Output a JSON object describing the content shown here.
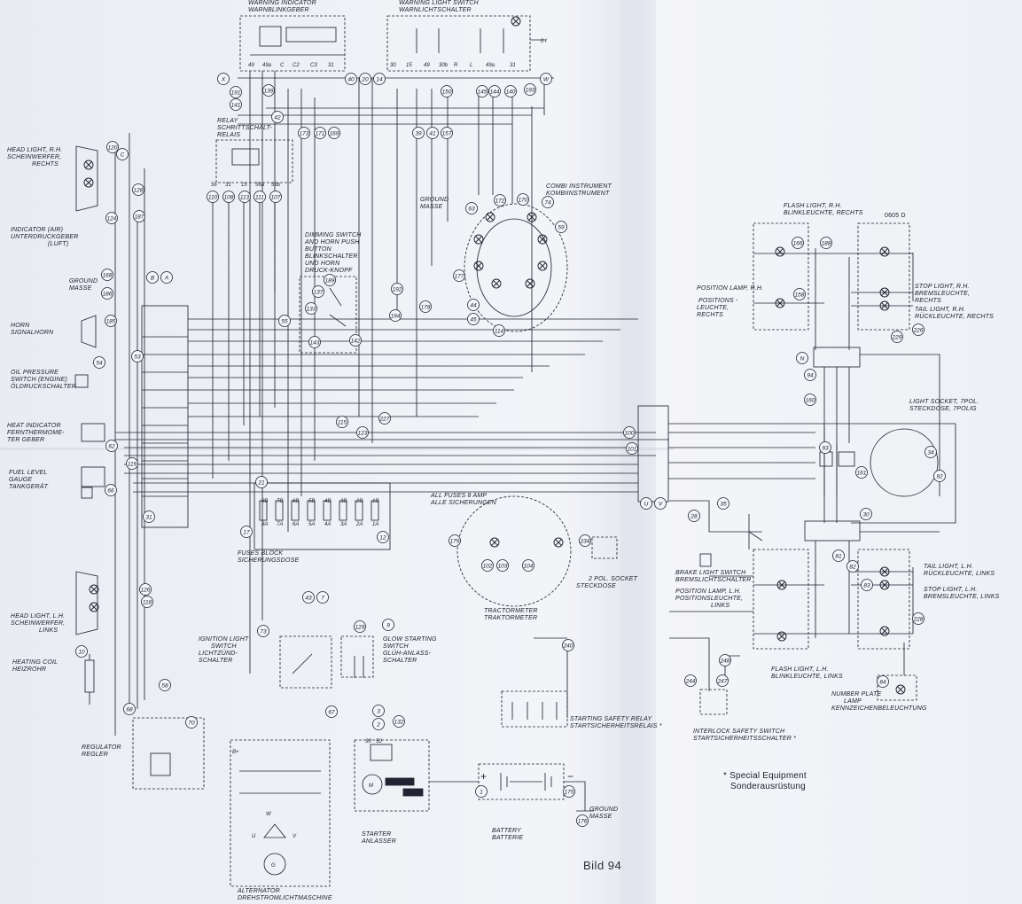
{
  "labels": {
    "warning_indicator": [
      "WARNING INDICATOR",
      "WARNBLINKGEBER"
    ],
    "warning_switch": [
      "WARNING LIGHT SWITCH",
      "WARNLICHTSCHALTER"
    ],
    "relay": [
      "RELAY",
      "SCHRITTSCHALT-",
      "RELAIS"
    ],
    "headlight_rh": [
      "HEAD LIGHT, R.H.",
      "SCHEINWERFER,",
      "RECHTS"
    ],
    "indicator_air": [
      "INDICATOR (AIR)",
      "UNTERDRUCKGEBER",
      "(LUFT)"
    ],
    "ground_left": [
      "GROUND",
      "MASSE"
    ],
    "horn": [
      "HORN",
      "SIGNALHORN"
    ],
    "oil_pressure": [
      "OIL PRESSURE",
      "SWITCH (ENGINE)",
      "ÖLDRUCKSCHALTER"
    ],
    "heat_indicator": [
      "HEAT INDICATOR",
      "FERNTHERMOME-",
      "TER GEBER"
    ],
    "fuel_level": [
      "FUEL LEVEL",
      "GAUGE",
      "TANKGERÄT"
    ],
    "dimming_switch": [
      "DIMMING SWITCH",
      "AND HORN PUSH",
      "BUTTON",
      "BLINKSCHALTER",
      "UND HORN",
      "DRUCK-KNOPF"
    ],
    "ground_mid": [
      "GROUND",
      "MASSE"
    ],
    "combi": [
      "COMBI INSTRUMENT",
      "KOMBIINSTRUMENT"
    ],
    "all_fuses": [
      "ALL FUSES 8 AMP",
      "ALLE SICHERUNGEN"
    ],
    "fuses_block": [
      "FUSES BLOCK",
      "SICHERUNGSDOSE"
    ],
    "tractormeter": [
      "TRACTORMETER",
      "TRAKTORMETER"
    ],
    "socket2": [
      "2 POL. SOCKET",
      "STECKDOSE"
    ],
    "headlight_lh": [
      "HEAD LIGHT, L.H.",
      "SCHEINWERFER,",
      "LINKS"
    ],
    "heating_coil": [
      "HEATING COIL",
      "HEIZROHR"
    ],
    "ignition": [
      "IGNITION LIGHT",
      "SWITCH",
      "LICHTZÜND-",
      "SCHALTER"
    ],
    "glow": [
      "GLOW STARTING",
      "SWITCH",
      "GLÜH-ANLASS-",
      "SCHALTER"
    ],
    "regulator": [
      "REGULATOR",
      "REGLER"
    ],
    "alternator": [
      "ALTERNATOR",
      "DREHSTROMLICHTMASCHINE"
    ],
    "starter": [
      "STARTER",
      "ANLASSER"
    ],
    "battery": [
      "BATTERY",
      "BATTERIE"
    ],
    "ground_batt": [
      "GROUND",
      "MASSE"
    ],
    "starting_relay": [
      "STARTING SAFETY RELAY",
      "STARTSICHERHEITSRELAIS *"
    ],
    "interlock": [
      "INTERLOCK SAFETY SWITCH",
      "STARTSICHERHEITSSCHALTER *"
    ],
    "flash_rh": [
      "FLASH LIGHT, R.H.",
      "BLINKLEUCHTE, RECHTS"
    ],
    "code": [
      "0605 D"
    ],
    "position_rh": [
      "POSITION LAMP, R.H.",
      "POSITIONS -",
      "LEUCHTE,",
      "RECHTS"
    ],
    "stop_rh": [
      "STOP LIGHT, R.H.",
      "BREMSLEUCHTE,",
      "RECHTS"
    ],
    "tail_rh": [
      "TAIL LIGHT, R.H.",
      "RÜCKLEUCHTE, RECHTS"
    ],
    "socket7": [
      "LIGHT SOCKET, 7POL.",
      "STECKDOSE, 7POLIG"
    ],
    "brake_switch": [
      "BRAKE LIGHT SWITCH",
      "BREMSLICHTSCHALTER"
    ],
    "position_lh": [
      "POSITION LAMP, L.H.",
      "POSITIONSLEUCHTE,",
      "LINKS"
    ],
    "tail_lh": [
      "TAIL LIGHT, L.H.",
      "RÜCKLEUCHTE, LINKS"
    ],
    "stop_lh": [
      "STOP LIGHT, L.H.",
      "BREMSLEUCHTE, LINKS"
    ],
    "flash_lh": [
      "FLASH LIGHT, L.H.",
      "BLINKLEUCHTE, LINKS"
    ],
    "number_plate": [
      "NUMBER PLATE",
      "LAMP",
      "KENNZEICHENBELEUCHTUNG"
    ],
    "special": [
      "* Special Equipment",
      "Sonderausrüstung"
    ],
    "bild": "Bild 94"
  },
  "wire_numbers": [
    {
      "id": "w1",
      "text": "X"
    },
    {
      "id": "w2",
      "text": "191"
    },
    {
      "id": "w3",
      "text": "141"
    },
    {
      "id": "w4",
      "text": "139"
    },
    {
      "id": "w5",
      "text": "42"
    },
    {
      "id": "w6",
      "text": "40"
    },
    {
      "id": "w7",
      "text": "20"
    },
    {
      "id": "w8",
      "text": "14"
    },
    {
      "id": "w9",
      "text": "150"
    },
    {
      "id": "w10",
      "text": "145"
    },
    {
      "id": "w11",
      "text": "144"
    },
    {
      "id": "w12",
      "text": "140"
    },
    {
      "id": "w13",
      "text": "193"
    },
    {
      "id": "w14",
      "text": "W"
    },
    {
      "id": "w15",
      "text": "173"
    },
    {
      "id": "w16",
      "text": "171"
    },
    {
      "id": "w17",
      "text": "169"
    },
    {
      "id": "w18",
      "text": "39"
    },
    {
      "id": "w19",
      "text": "41"
    },
    {
      "id": "w20",
      "text": "157"
    },
    {
      "id": "w21",
      "text": "120"
    },
    {
      "id": "w22",
      "text": "C"
    },
    {
      "id": "w23",
      "text": "128"
    },
    {
      "id": "w24",
      "text": "124"
    },
    {
      "id": "w25",
      "text": "187"
    },
    {
      "id": "w26",
      "text": "110"
    },
    {
      "id": "w27",
      "text": "108"
    },
    {
      "id": "w28",
      "text": "113"
    },
    {
      "id": "w29",
      "text": "111"
    },
    {
      "id": "w30",
      "text": "107"
    },
    {
      "id": "w31",
      "text": "168"
    },
    {
      "id": "w32",
      "text": "186"
    },
    {
      "id": "w33",
      "text": "B"
    },
    {
      "id": "w34",
      "text": "A"
    },
    {
      "id": "w35",
      "text": "185"
    },
    {
      "id": "w36",
      "text": "54"
    },
    {
      "id": "w37",
      "text": "53"
    },
    {
      "id": "w38",
      "text": "62"
    },
    {
      "id": "w39",
      "text": "66"
    },
    {
      "id": "w40",
      "text": "119"
    },
    {
      "id": "w41",
      "text": "21"
    },
    {
      "id": "w42",
      "text": "17"
    },
    {
      "id": "w43",
      "text": "31"
    },
    {
      "id": "w44",
      "text": "63"
    },
    {
      "id": "w45",
      "text": "172"
    },
    {
      "id": "w46",
      "text": "170"
    },
    {
      "id": "w47",
      "text": "74"
    },
    {
      "id": "w48",
      "text": "59"
    },
    {
      "id": "w49",
      "text": "177"
    },
    {
      "id": "w50",
      "text": "44"
    },
    {
      "id": "w51",
      "text": "45"
    },
    {
      "id": "w52",
      "text": "114"
    },
    {
      "id": "w53",
      "text": "192"
    },
    {
      "id": "w54",
      "text": "194"
    },
    {
      "id": "w55",
      "text": "178"
    },
    {
      "id": "w56",
      "text": "189"
    },
    {
      "id": "w57",
      "text": "137"
    },
    {
      "id": "w58",
      "text": "133"
    },
    {
      "id": "w59",
      "text": "55"
    },
    {
      "id": "w60",
      "text": "143"
    },
    {
      "id": "w61",
      "text": "142"
    },
    {
      "id": "w62",
      "text": "227"
    },
    {
      "id": "w63",
      "text": "115"
    },
    {
      "id": "w64",
      "text": "123"
    },
    {
      "id": "w65",
      "text": "12"
    },
    {
      "id": "w66",
      "text": "179"
    },
    {
      "id": "w67",
      "text": "102"
    },
    {
      "id": "w68",
      "text": "103"
    },
    {
      "id": "w69",
      "text": "104"
    },
    {
      "id": "w70",
      "text": "234"
    },
    {
      "id": "w71",
      "text": "100"
    },
    {
      "id": "w72",
      "text": "101"
    },
    {
      "id": "w73",
      "text": "U"
    },
    {
      "id": "w74",
      "text": "V"
    },
    {
      "id": "w75",
      "text": "35"
    },
    {
      "id": "w76",
      "text": "28"
    },
    {
      "id": "w77",
      "text": "166"
    },
    {
      "id": "w78",
      "text": "188"
    },
    {
      "id": "w79",
      "text": "158"
    },
    {
      "id": "w80",
      "text": "229"
    },
    {
      "id": "w81",
      "text": "226"
    },
    {
      "id": "w82",
      "text": "N"
    },
    {
      "id": "w83",
      "text": "94"
    },
    {
      "id": "w84",
      "text": "160"
    },
    {
      "id": "w85",
      "text": "93"
    },
    {
      "id": "w86",
      "text": "161"
    },
    {
      "id": "w87",
      "text": "34"
    },
    {
      "id": "w88",
      "text": "92"
    },
    {
      "id": "w89",
      "text": "30"
    },
    {
      "id": "w90",
      "text": "81"
    },
    {
      "id": "w91",
      "text": "82"
    },
    {
      "id": "w92",
      "text": "83"
    },
    {
      "id": "w93",
      "text": "228"
    },
    {
      "id": "w94",
      "text": "84"
    },
    {
      "id": "w95",
      "text": "126"
    },
    {
      "id": "w96",
      "text": "118"
    },
    {
      "id": "w97",
      "text": "10"
    },
    {
      "id": "w98",
      "text": "58"
    },
    {
      "id": "w99",
      "text": "68"
    },
    {
      "id": "w100",
      "text": "70"
    },
    {
      "id": "w101",
      "text": "73"
    },
    {
      "id": "w102",
      "text": "43"
    },
    {
      "id": "w103",
      "text": "7"
    },
    {
      "id": "w104",
      "text": "9"
    },
    {
      "id": "w105",
      "text": "129"
    },
    {
      "id": "w106",
      "text": "3"
    },
    {
      "id": "w107",
      "text": "2"
    },
    {
      "id": "w108",
      "text": "132"
    },
    {
      "id": "w109",
      "text": "67"
    },
    {
      "id": "w110",
      "text": "1"
    },
    {
      "id": "w111",
      "text": "175"
    },
    {
      "id": "w112",
      "text": "176"
    },
    {
      "id": "w113",
      "text": "240"
    },
    {
      "id": "w114",
      "text": "248"
    },
    {
      "id": "w115",
      "text": "244"
    },
    {
      "id": "w116",
      "text": "247"
    }
  ]
}
